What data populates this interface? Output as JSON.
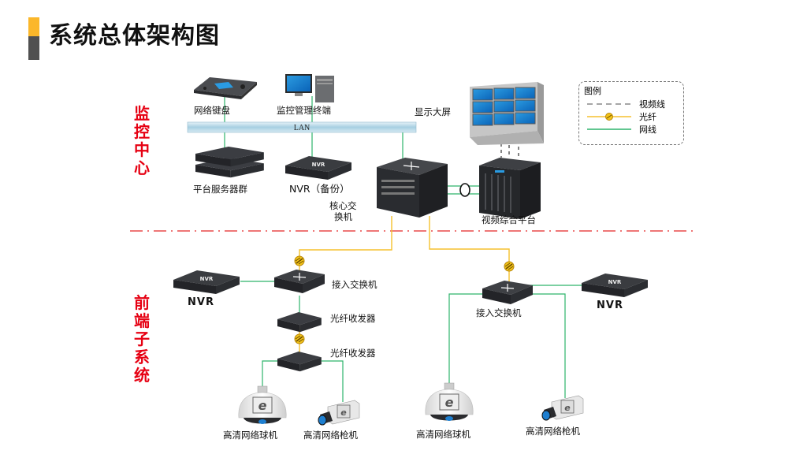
{
  "page": {
    "title": "系统总体架构图",
    "accent_colors": {
      "title_bar_top": "#fbb72a",
      "title_bar_bottom": "#505050",
      "zone_label": "#e60012"
    }
  },
  "zones": {
    "monitoring_center": "监控中心",
    "front_end": "前端子系统"
  },
  "network": {
    "lan_label": "LAN"
  },
  "devices": {
    "network_keyboard": "网络键盘",
    "mgmt_terminal": "监控管理终端",
    "video_wall": "显示大屏",
    "server_cluster": "平台服务器群",
    "nvr_backup": "NVR（备份）",
    "core_switch": "核心交\n换机",
    "core_switch_l1": "核心交",
    "core_switch_l2": "换机",
    "video_platform": "视频综合平台",
    "left_access_switch": "接入交换机",
    "left_nvr": "NVR",
    "fiber_transceiver_1": "光纤收发器",
    "fiber_transceiver_2": "光纤收发器",
    "right_access_switch": "接入交换机",
    "right_nvr": "NVR",
    "dome_cam_left": "高清网络球机",
    "box_cam_left": "高清网络枪机",
    "dome_cam_right": "高清网络球机",
    "box_cam_right": "高清网络枪机",
    "nvr_badge": "NVR"
  },
  "legend": {
    "title": "图例",
    "items": [
      {
        "label": "视频线",
        "style": "dashed",
        "color": "#888888"
      },
      {
        "label": "光纤",
        "style": "solid-with-connector",
        "color": "#f5c12e"
      },
      {
        "label": "网线",
        "style": "solid",
        "color": "#2db36b"
      }
    ]
  },
  "line_colors": {
    "network": "#2db36b",
    "fiber": "#f5c12e",
    "video": "#888888",
    "divider": "#e84a4a"
  }
}
